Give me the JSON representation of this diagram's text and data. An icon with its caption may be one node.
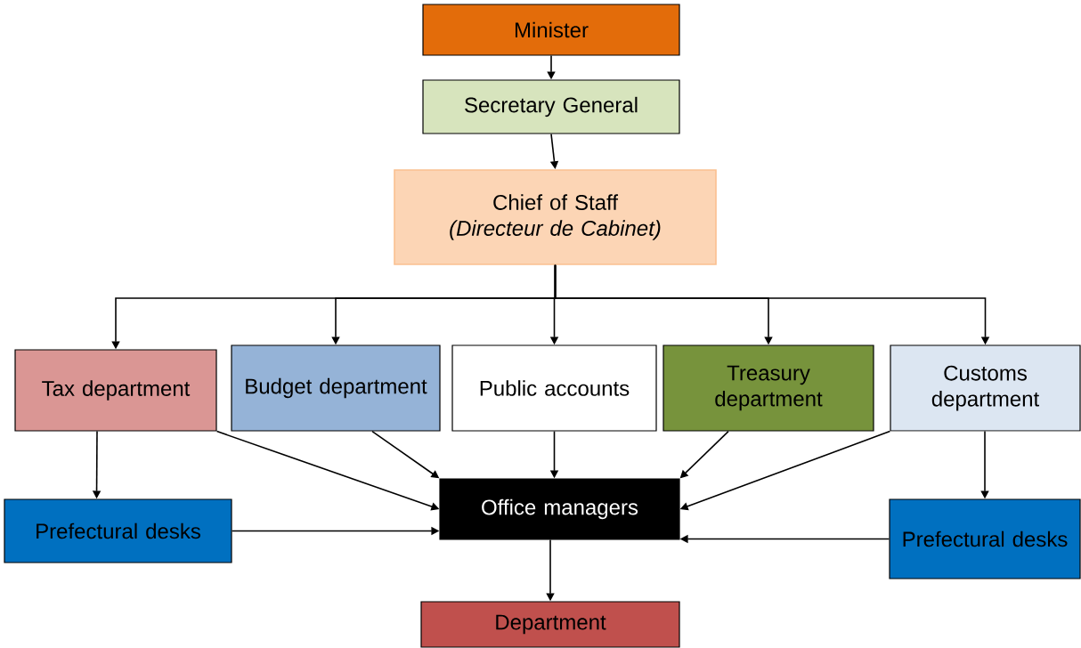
{
  "diagram": {
    "nodes": [
      {
        "text": [
          "Minister"
        ]
      },
      {
        "text": [
          "Secretary General"
        ]
      },
      {
        "text": [
          "Chief of Staff *(Directeur de Cabinet)*"
        ]
      },
      {
        "text": [
          "Tax department"
        ]
      },
      {
        "text": [
          "Budget department"
        ]
      },
      {
        "text": [
          "Public accounts"
        ]
      },
      {
        "text": [
          "Treasury department"
        ]
      },
      {
        "text": [
          "Customs department"
        ]
      },
      {
        "text": [
          "Prefectural desks"
        ]
      },
      {
        "text": [
          "Office managers"
        ]
      },
      {
        "text": [
          "Prefectural desks"
        ]
      },
      {
        "text": [
          "Department"
        ]
      }
    ],
    "edges": [
      {
        "from": 0,
        "to": 1,
        "arrow": "to"
      },
      {
        "from": 1,
        "to": 2,
        "arrow": "to"
      },
      {
        "from": 2,
        "to": 3,
        "arrow": "to"
      },
      {
        "from": 2,
        "to": 4,
        "arrow": "to"
      },
      {
        "from": 2,
        "to": 5,
        "arrow": "to"
      },
      {
        "from": 2,
        "to": 6,
        "arrow": "to"
      },
      {
        "from": 2,
        "to": 7,
        "arrow": "to"
      },
      {
        "from": 3,
        "to": 8,
        "arrow": "to"
      },
      {
        "from": 3,
        "to": 9,
        "arrow": "to"
      },
      {
        "from": 4,
        "to": 9,
        "arrow": "to"
      },
      {
        "from": 5,
        "to": 9,
        "arrow": "to"
      },
      {
        "from": 6,
        "to": 9,
        "arrow": "to"
      },
      {
        "from": 7,
        "to": 9,
        "arrow": "to"
      },
      {
        "from": 7,
        "to": 10,
        "arrow": "to"
      },
      {
        "from": 8,
        "to": 9,
        "arrow": "to"
      },
      {
        "from": 10,
        "to": 9,
        "arrow": "to"
      },
      {
        "from": 9,
        "to": 11,
        "arrow": "to"
      }
    ]
  }
}
